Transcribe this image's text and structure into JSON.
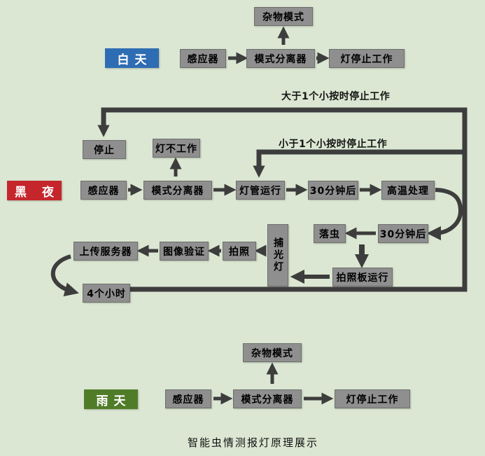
{
  "title": "智能虫情测报灯原理展示",
  "colors": {
    "background": "#dbe7d2",
    "node_fill": "#8f8f8f",
    "node_border": "#6e6e6e",
    "arrow": "#3d3d3d",
    "day_label_bg": "#2e6db4",
    "night_label_bg": "#c5262c",
    "rain_label_bg": "#507c28"
  },
  "day": {
    "section_label": "白天",
    "debris_mode": "杂物模式",
    "sensor": "感应器",
    "mode_separator": "模式分离器",
    "lamp_stop": "灯停止工作"
  },
  "night": {
    "section_label": "黑 夜",
    "branch_gt": "大于1个小按时停止工作",
    "branch_lt": "小于1个小按时停止工作",
    "stop": "停止",
    "lamp_off": "灯不工作",
    "sensor": "感应器",
    "mode_separator": "模式分离器",
    "lamp_run": "灯管运行",
    "after_30min_a": "30分钟后",
    "high_temp": "高温处理",
    "after_30min_b": "30分钟后",
    "insect_drop": "落虫",
    "photo_board": "拍照板运行",
    "trap_lamp": "捕光灯",
    "photo": "拍照",
    "image_verify": "图像验证",
    "upload_server": "上传服务器",
    "four_hours": "4个小时"
  },
  "rain": {
    "section_label": "雨天",
    "debris_mode": "杂物模式",
    "sensor": "感应器",
    "mode_separator": "模式分离器",
    "lamp_stop": "灯停止工作"
  }
}
